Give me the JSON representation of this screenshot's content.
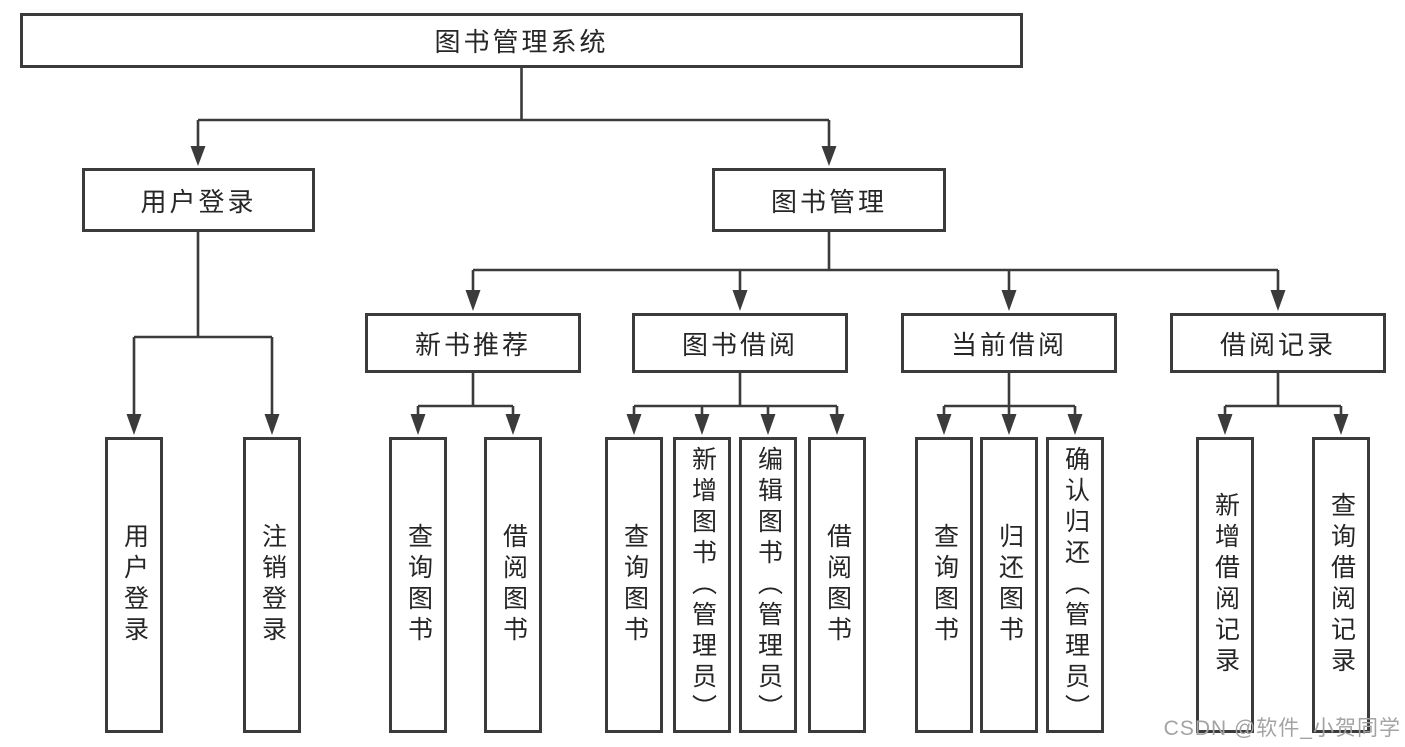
{
  "tree": {
    "root": {
      "label": "图书管理系统"
    },
    "branches": [
      {
        "label": "用户登录",
        "children": [
          {
            "label": "用户登录"
          },
          {
            "label": "注销登录"
          }
        ]
      },
      {
        "label": "图书管理",
        "children": [
          {
            "label": "新书推荐",
            "children": [
              {
                "label": "查询图书"
              },
              {
                "label": "借阅图书"
              }
            ]
          },
          {
            "label": "图书借阅",
            "children": [
              {
                "label": "查询图书"
              },
              {
                "label": "新增图书（管理员）"
              },
              {
                "label": "编辑图书（管理员）"
              },
              {
                "label": "借阅图书"
              }
            ]
          },
          {
            "label": "当前借阅",
            "children": [
              {
                "label": "查询图书"
              },
              {
                "label": "归还图书"
              },
              {
                "label": "确认归还（管理员）"
              }
            ]
          },
          {
            "label": "借阅记录",
            "children": [
              {
                "label": "新增借阅记录"
              },
              {
                "label": "查询借阅记录"
              }
            ]
          }
        ]
      }
    ]
  },
  "watermark": "CSDN @软件_小贺同学",
  "colors": {
    "line": "#3b3b3b",
    "box_border": "#3b3b3b",
    "box_background": "#ffffff",
    "text": "#262626",
    "watermark": "#a3a3a3"
  }
}
